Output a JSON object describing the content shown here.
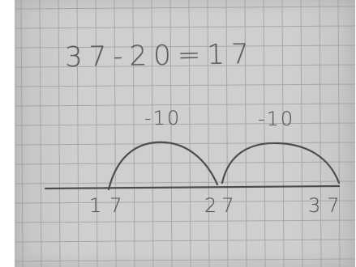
{
  "handwriting": {
    "equation": "37-20=17",
    "jump_left_label": "-10",
    "jump_right_label": "-10",
    "tick_17": "17",
    "tick_27": "27",
    "tick_37": "37"
  },
  "colors": {
    "paper": "#cfcfcf",
    "grid": "#9b9b9b",
    "ink": "#4d4d4d"
  }
}
